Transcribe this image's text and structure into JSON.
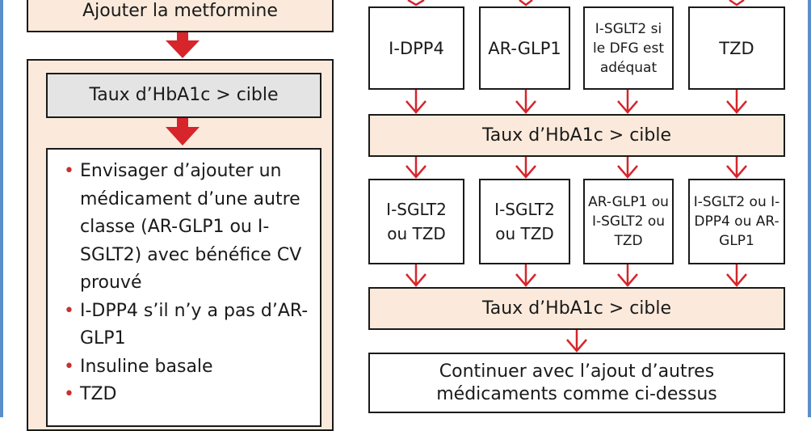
{
  "left": {
    "top_box": "Ajouter la metformine",
    "hba1c_box": "Taux d’HbA1c > cible",
    "options": [
      "Envisager d’ajouter un médicament d’une autre classe (AR-GLP1 ou I-SGLT2) avec bénéfice CV prouvé",
      "I-DPP4 s’il n’y a pas d’AR-GLP1",
      "Insuline basale",
      "TZD"
    ]
  },
  "right": {
    "row1": [
      "I-DPP4",
      "AR-GLP1",
      "I-SGLT2 si le DFG est adéquat",
      "TZD"
    ],
    "hba1c_1": "Taux d’HbA1c > cible",
    "row2": [
      "I-SGLT2 ou TZD",
      "I-SGLT2 ou TZD",
      "AR-GLP1 ou I-SGLT2 ou TZD",
      "I-SGLT2 ou I-DPP4 ou AR-GLP1"
    ],
    "hba1c_2": "Taux d’HbA1c > cible",
    "final_box": "Continuer avec l’ajout d’autres médicaments comme ci-dessus"
  },
  "colors": {
    "arrow_red": "#d6252b",
    "beige": "#fbeadb",
    "grey": "#e4e4e4",
    "frame_blue": "#5b8fc9"
  }
}
